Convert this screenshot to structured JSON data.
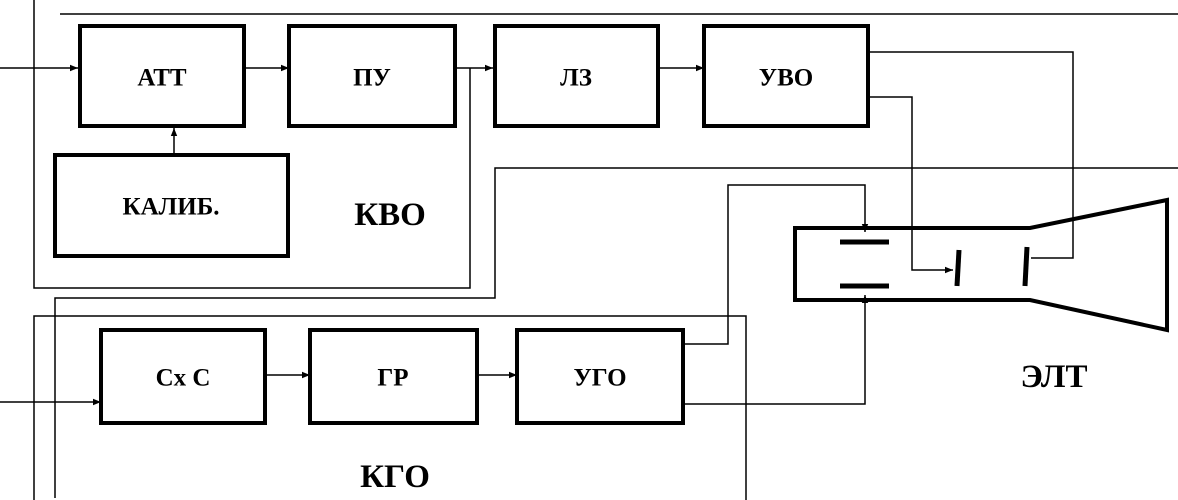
{
  "blocks": {
    "att": "АТТ",
    "pu": "ПУ",
    "lz": "ЛЗ",
    "uvo": "УВО",
    "kalib": "КАЛИБ.",
    "sxs": "Сх С",
    "gr": "ГР",
    "ugo": "УГО"
  },
  "groups": {
    "kvo": "КВО",
    "kgo": "КГО",
    "elt": "ЭЛТ"
  }
}
